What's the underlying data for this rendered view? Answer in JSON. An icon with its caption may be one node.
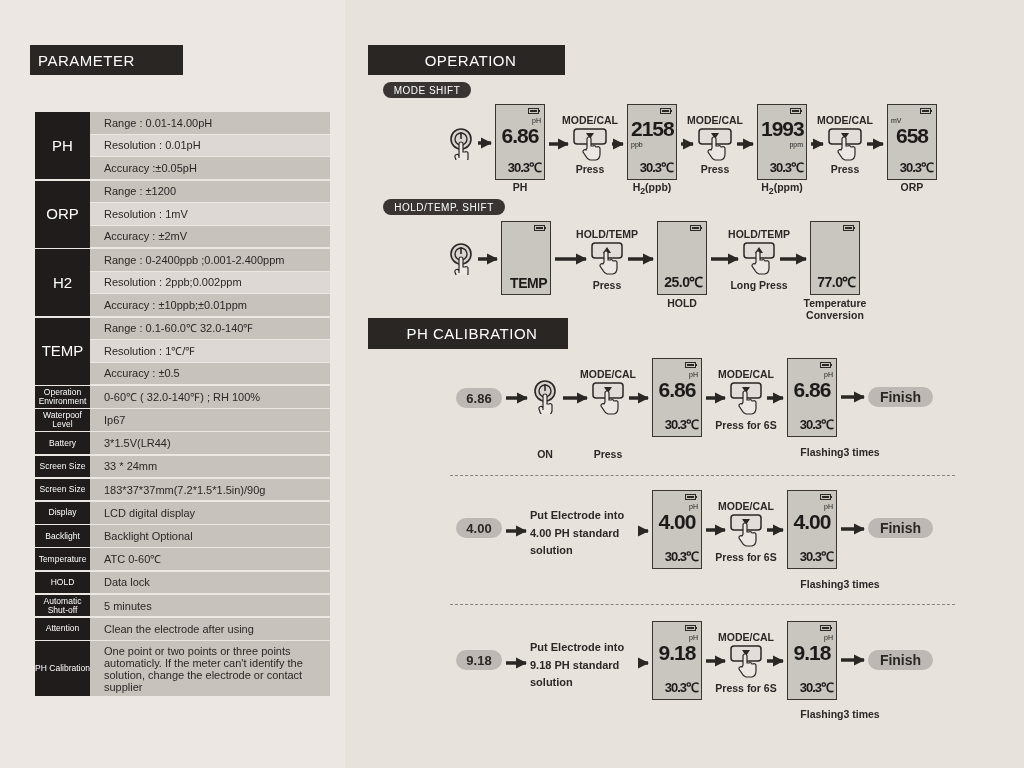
{
  "diagram": {
    "nodes": [
      {
        "text": [],
        "shape": "picture"
      },
      {
        "text": [
          "pH",
          "6.86",
          "30.3℃"
        ],
        "beside": [
          "PH"
        ]
      },
      {
        "text": [],
        "shape": "picture",
        "beside": [
          "MODE/CAL",
          "Press"
        ]
      },
      {
        "text": [
          "2158",
          "ppb",
          "30.3℃"
        ],
        "beside": [
          "H$_{2}$(ppb)"
        ]
      },
      {
        "text": [],
        "shape": "picture",
        "beside": [
          "MODE/CAL",
          "Press"
        ]
      },
      {
        "text": [
          "1993",
          "ppm",
          "30.3℃"
        ],
        "beside": [
          "H$_{2}$(ppm)"
        ]
      },
      {
        "text": [],
        "shape": "picture",
        "beside": [
          "MODE/CAL",
          "Press"
        ]
      },
      {
        "text": [
          "mV",
          "658",
          "30.3℃"
        ],
        "beside": [
          "ORP"
        ]
      },
      {
        "text": [],
        "shape": "picture"
      },
      {
        "text": [
          "TEMP"
        ]
      },
      {
        "text": [],
        "shape": "picture",
        "beside": [
          "HOLD/TEMP",
          "Press"
        ]
      },
      {
        "text": [
          "25.0℃"
        ],
        "beside": [
          "HOLD"
        ]
      },
      {
        "text": [],
        "shape": "picture",
        "beside": [
          "HOLD/TEMP",
          "Long Press"
        ]
      },
      {
        "text": [
          "77.0℃"
        ],
        "beside": [
          "Temperature Conversion"
        ]
      },
      {
        "text": [
          "6.86"
        ]
      },
      {
        "text": [],
        "shape": "picture",
        "beside": [
          "ON"
        ]
      },
      {
        "text": [],
        "shape": "picture",
        "beside": [
          "MODE/CAL",
          "Press"
        ]
      },
      {
        "text": [
          "pH",
          "6.86",
          "30.3℃"
        ]
      },
      {
        "text": [],
        "shape": "picture",
        "beside": [
          "MODE/CAL",
          "Press for 6S"
        ]
      },
      {
        "text": [
          "pH",
          "6.86",
          "30.3℃"
        ],
        "beside": [
          "Flashing3 times"
        ]
      },
      {
        "text": [
          "Finish"
        ]
      },
      {
        "text": [
          "4.00"
        ]
      },
      {
        "text": [
          "Put Electrode into 4.00 PH standard solution"
        ]
      },
      {
        "text": [
          "pH",
          "4.00",
          "30.3℃"
        ]
      },
      {
        "text": [],
        "shape": "picture",
        "beside": [
          "MODE/CAL",
          "Press for 6S"
        ]
      },
      {
        "text": [
          "pH",
          "4.00",
          "30.3℃"
        ],
        "beside": [
          "Flashing3 times"
        ]
      },
      {
        "text": [
          "Finish"
        ]
      },
      {
        "text": [
          "9.18"
        ]
      },
      {
        "text": [
          "Put Electrode into 9.18 PH standard solution"
        ]
      },
      {
        "text": [
          "pH",
          "9.18",
          "30.3℃"
        ]
      },
      {
        "text": [],
        "shape": "picture",
        "beside": [
          "MODE/CAL",
          "Press for 6S"
        ]
      },
      {
        "text": [
          "pH",
          "9.18",
          "30.3℃"
        ],
        "beside": [
          "Flashing3 times"
        ]
      },
      {
        "text": [
          "Finish"
        ]
      }
    ],
    "edges": [
      {
        "from": 0,
        "to": 1,
        "arrow": "to"
      },
      {
        "from": 1,
        "to": 2,
        "arrow": "to"
      },
      {
        "from": 2,
        "to": 3,
        "arrow": "to"
      },
      {
        "from": 3,
        "to": 4,
        "arrow": "to"
      },
      {
        "from": 4,
        "to": 5,
        "arrow": "to"
      },
      {
        "from": 5,
        "to": 6,
        "arrow": "to"
      },
      {
        "from": 6,
        "to": 7,
        "arrow": "to"
      },
      {
        "from": 8,
        "to": 9,
        "arrow": "to"
      },
      {
        "from": 9,
        "to": 10,
        "arrow": "to"
      },
      {
        "from": 10,
        "to": 11,
        "arrow": "to"
      },
      {
        "from": 11,
        "to": 12,
        "arrow": "to"
      },
      {
        "from": 12,
        "to": 13,
        "arrow": "to"
      },
      {
        "from": 14,
        "to": 15,
        "arrow": "to"
      },
      {
        "from": 15,
        "to": 16,
        "arrow": "to"
      },
      {
        "from": 16,
        "to": 17,
        "arrow": "to"
      },
      {
        "from": 17,
        "to": 18,
        "arrow": "to"
      },
      {
        "from": 18,
        "to": 19,
        "arrow": "to"
      },
      {
        "from": 19,
        "to": 20,
        "arrow": "to"
      },
      {
        "from": 21,
        "to": 22,
        "arrow": "to"
      },
      {
        "from": 22,
        "to": 23,
        "arrow": "to"
      },
      {
        "from": 23,
        "to": 24,
        "arrow": "to"
      },
      {
        "from": 24,
        "to": 25,
        "arrow": "to"
      },
      {
        "from": 25,
        "to": 26,
        "arrow": "to"
      },
      {
        "from": 27,
        "to": 28,
        "arrow": "to"
      },
      {
        "from": 28,
        "to": 29,
        "arrow": "to"
      },
      {
        "from": 29,
        "to": 30,
        "arrow": "to"
      },
      {
        "from": 30,
        "to": 31,
        "arrow": "to"
      },
      {
        "from": 31,
        "to": 32,
        "arrow": "to"
      }
    ],
    "labels": [
      "PARAMETER",
      "PH",
      "Range : 0.01-14.00pH",
      "Resolution : 0.01pH",
      "Accuracy :±0.05pH",
      "ORP",
      "Range : ±1200",
      "Resolution : 1mV",
      "Accuracy : ±2mV",
      "H2",
      "Range : 0-2400ppb ;0.001-2.400ppm",
      "Resolution : 2ppb;0.002ppm",
      "Accuracy : ±10ppb;±0.01ppm",
      "TEMP",
      "Range : 0.1-60.0℃ 32.0-140℉",
      "Resolution : 1℃/℉",
      "Accuracy : ±0.5",
      "Operation Environment",
      "0-60℃ ( 32.0-140℉) ; RH 100%",
      "Waterpoof Level",
      "Ip67",
      "Battery",
      "3*1.5V(LR44)",
      "Screen Size",
      "33 * 24mm",
      "Screen Size",
      "183*37*37mm(7.2*1.5*1.5in)/90g",
      "Display",
      "LCD digital display",
      "Backlight",
      "Backlight Optional",
      "Temperature",
      "ATC 0-60℃",
      "HOLD",
      "Data lock",
      "Automatic Shut-off",
      "5 minutes",
      "Attention",
      "Clean the electrode after using",
      "PH Calibration",
      "One point or two points or three points automaticly. If the meter can't identify the solution, change the electrode or contact supplier",
      "OPERATION",
      "MODE SHIFT",
      "HOLD/TEMP. SHIFT",
      "PH CALIBRATION"
    ]
  }
}
